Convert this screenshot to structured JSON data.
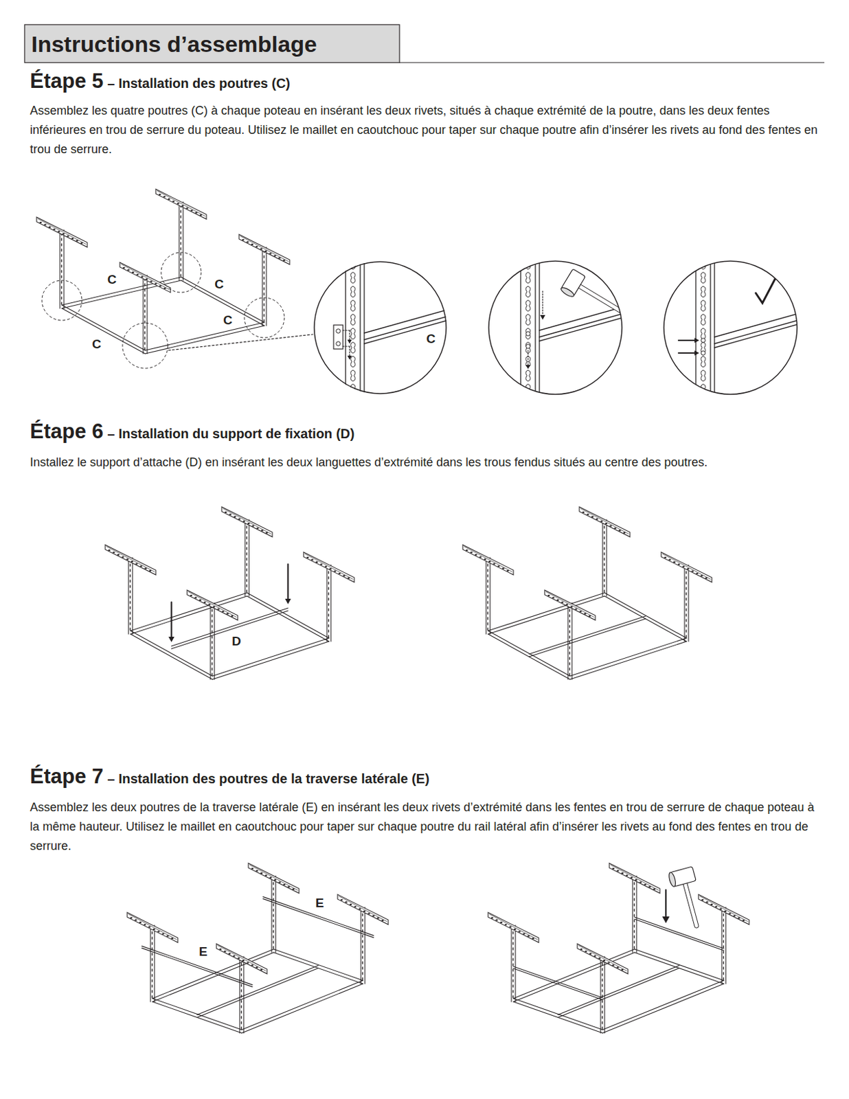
{
  "diagram": {
    "title": "Instructions d’assemblage",
    "nodes": [
      {
        "text": [
          "C"
        ]
      }
    ],
    "labels": [
      "Étape 5",
      "– Installation des poutres (C)",
      "Assemblez les quatre poutres (C) à chaque poteau en insérant les deux rivets, situés à chaque extrémité de la poutre, dans les deux fentes inférieures en trou de serrure du poteau. Utilisez le maillet en caoutchouc pour taper sur chaque poutre afin d’insérer les rivets au fond des fentes en trou de serrure.",
      "C",
      "C",
      "C",
      "C",
      "Étape 6",
      "– Installation du support de fixation (D)",
      "Installez le support d’attache (D) en insérant les deux languettes d’extrémité dans les trous fendus situés au centre des poutres.",
      "D",
      "Étape 7",
      "– Installation des poutres de la traverse latérale (E)",
      "Assemblez les deux poutres de la traverse latérale (E) en insérant les deux rivets d’extrémité dans les fentes en trou de serrure de chaque poteau à la même hauteur. Utilisez le maillet en caoutchouc pour taper sur chaque poutre du rail latéral afin d’insérer les rivets au fond des fentes en trou de serrure.",
      "E",
      "E"
    ]
  }
}
